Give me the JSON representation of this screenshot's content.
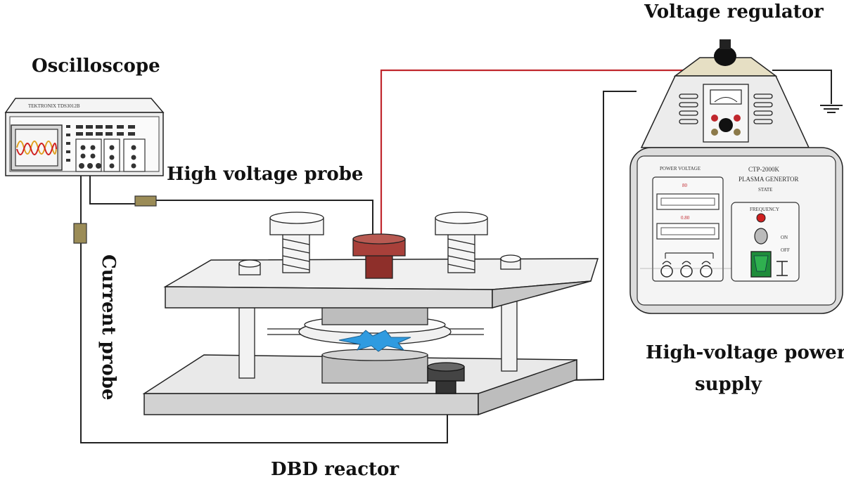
{
  "labels": {
    "oscilloscope": "Oscilloscope",
    "voltage_regulator": "Voltage regulator",
    "high_voltage_probe": "High voltage probe",
    "current_probe": "Current probe",
    "dbd_reactor": "DBD reactor",
    "power_supply_line1": "High-voltage power",
    "power_supply_line2": "supply"
  },
  "power_supply_panel": {
    "model": "CTP-2000K",
    "name": "PLASMA GENERTOR",
    "power_voltage": "POWER VOLTAGE",
    "state": "STATE",
    "reading_top": "80",
    "reading_mid": "0.80",
    "frequency": "FREQUENCY",
    "on": "ON",
    "off": "OFF"
  },
  "colors": {
    "hv_wire": "#c0272d",
    "probe_box": "#9b8c57",
    "hv_electrode": "#a8403a",
    "plasma": "#2f9be0",
    "power_switch": "#1e8c3a",
    "scope_trace_1": "#e0a020",
    "scope_trace_2": "#d02020"
  }
}
